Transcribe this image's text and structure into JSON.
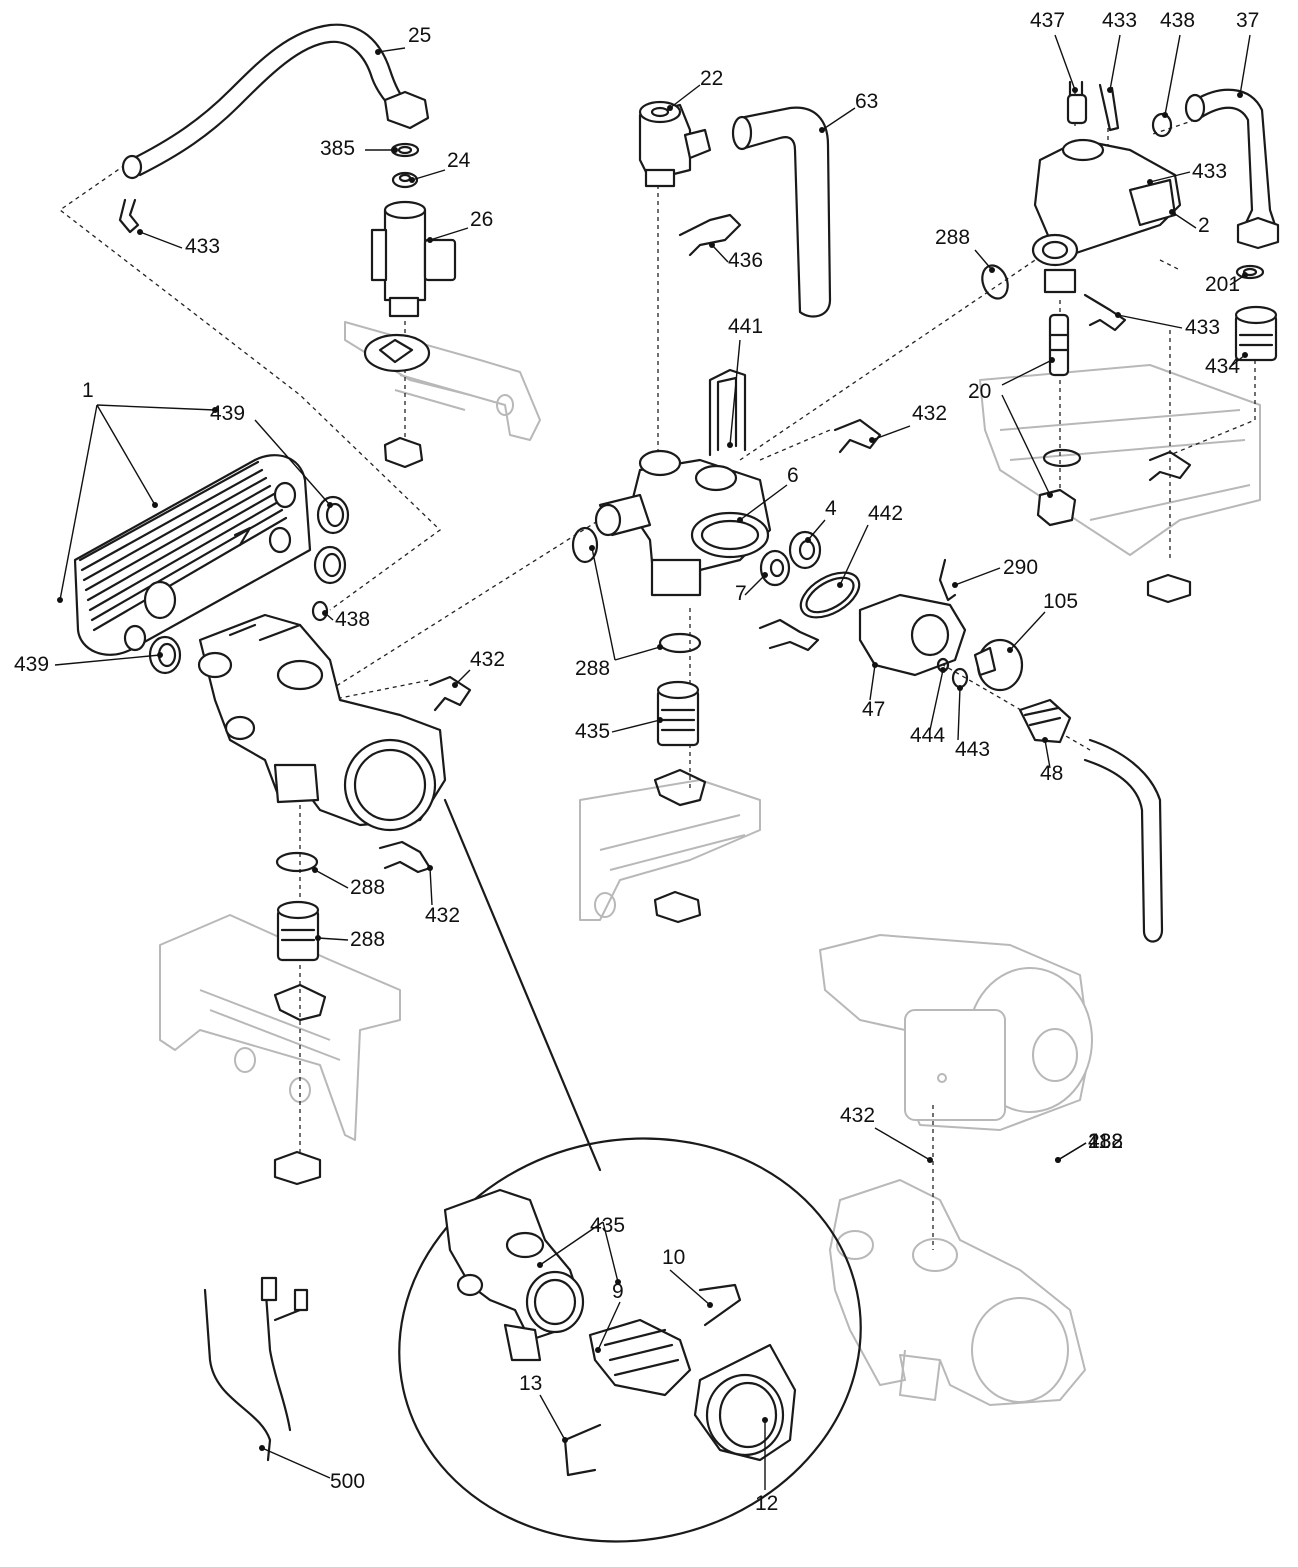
{
  "callouts": [
    "25",
    "385",
    "24",
    "26",
    "433",
    "22",
    "63",
    "436",
    "441",
    "6",
    "4",
    "7",
    "442",
    "432",
    "288",
    "435",
    "437",
    "433",
    "438",
    "37",
    "433",
    "2",
    "288",
    "201",
    "433",
    "434",
    "20",
    "432",
    "290",
    "105",
    "47",
    "444",
    "443",
    "48",
    "1",
    "439",
    "439",
    "438",
    "432",
    "288",
    "432",
    "288",
    "435",
    "9",
    "10",
    "13",
    "12",
    "11",
    "432",
    "288",
    "500"
  ]
}
